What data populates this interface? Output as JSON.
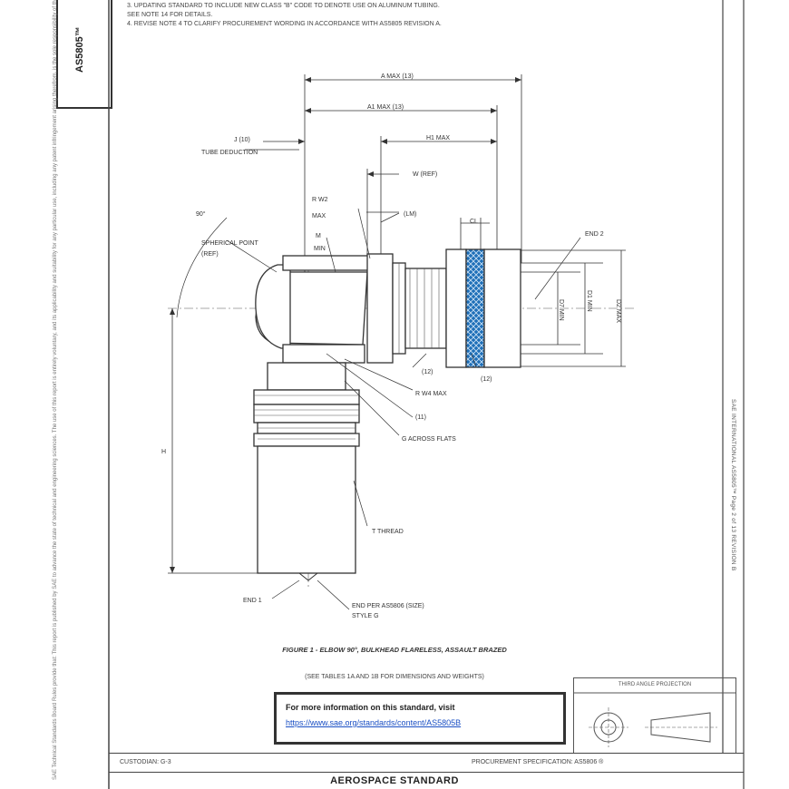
{
  "standard_label": "AS5805™",
  "left_margin_note": "SAE Technical Standards Board Rules provide that: This report is published by SAE to advance the state of technical and engineering sciences. The use of this report is entirely voluntary, and its applicability and suitability for any particular use, including any patent infringement arising therefrom, is the sole responsibility of the user.",
  "right_margin_note": "SAE INTERNATIONAL   AS5805™   Page 2 of 13   REVISION B",
  "notes": [
    "3.   UPDATING STANDARD TO INCLUDE NEW CLASS \"B\" CODE TO DENOTE USE ON ALUMINUM TUBING.",
    "      SEE NOTE 14 FOR DETAILS.",
    "4.   REVISE NOTE 4 TO CLARIFY PROCUREMENT  WORDING IN ACCORDANCE WITH AS5805 REVISION A."
  ],
  "drawing": {
    "labels": {
      "a_max": "A MAX (13)",
      "a1_max": "A1 MAX (13)",
      "h1_max": "H1 MAX",
      "j": "J (10)",
      "tube_deduction": "TUBE DEDUCTION",
      "w_ref": "W (REF)",
      "r_w2_max": "R W2",
      "max": "MAX",
      "lm": "(LM)",
      "min": "MIN",
      "m": "M",
      "cl": "CL",
      "end2": "END 2",
      "end1": "END 1",
      "spherical_point": "SPHERICAL POINT",
      "ref": "(REF)",
      "d7_min": "D7 MIN",
      "d1_min": "D1 MIN",
      "d2_max": "D2 MAX",
      "twelve": "(12)",
      "r_w4_max": "R W4 MAX",
      "eleven": "(11)",
      "g_across_flats": "G  ACROSS FLATS",
      "t_thread": "T THREAD",
      "end_per": "END PER AS5806 (SIZE)",
      "style": "STYLE G",
      "h": "H",
      "ninety": "90°"
    }
  },
  "figure_caption": "FIGURE 1 - ELBOW 90°, BULKHEAD FLARELESS, ASSAULT BRAZED",
  "table_ref": "(SEE TABLES 1A AND 1B FOR DIMENSIONS AND WEIGHTS)",
  "info_box": {
    "title": "For more information on this standard, visit",
    "link": "https://www.sae.org/standards/content/AS5805B"
  },
  "projection_title": "THIRD ANGLE PROJECTION",
  "bottom_bar": {
    "left": "CUSTODIAN: G-3",
    "right": "PROCUREMENT SPECIFICATION: AS5806 ®"
  },
  "bottom_title": "AEROSPACE STANDARD",
  "colors": {
    "knurl": "#1e6fb8",
    "line": "#333333",
    "link": "#1a4fc4"
  }
}
